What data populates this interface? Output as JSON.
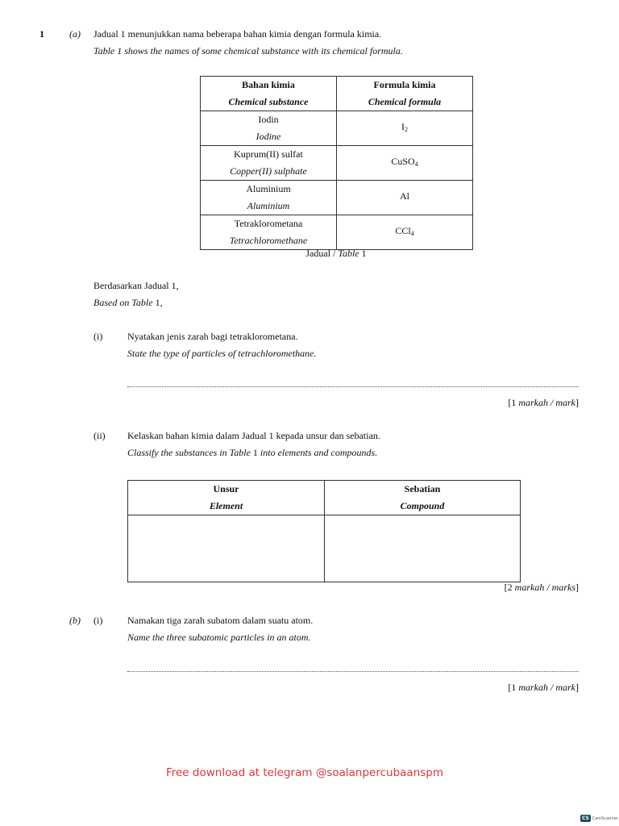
{
  "question": {
    "number": "1",
    "part_a_label": "(a)",
    "part_a_malay": "Jadual 1 menunjukkan nama beberapa bahan kimia dengan formula kimia.",
    "part_a_english": "Table 1 shows the names of some chemical substance with its chemical formula."
  },
  "table1": {
    "headers": [
      {
        "malay": "Bahan kimia",
        "english": "Chemical substance"
      },
      {
        "malay": "Formula kimia",
        "english": "Chemical formula"
      }
    ],
    "rows": [
      {
        "malay": "Iodin",
        "english": "Iodine",
        "formula": "I",
        "sub": "2"
      },
      {
        "malay": "Kuprum(II) sulfat",
        "english": "Copper(II) sulphate",
        "formula": "CuSO",
        "sub": "4"
      },
      {
        "malay": "Aluminium",
        "english": "Aluminium",
        "formula": "Al",
        "sub": ""
      },
      {
        "malay": "Tetraklorometana",
        "english": "Tetrachloromethane",
        "formula": "CCl",
        "sub": "4"
      }
    ],
    "caption_malay": "Jadual / ",
    "caption_english": "Table",
    "caption_num": " 1"
  },
  "based_on": {
    "malay": "Berdasarkan Jadual 1,",
    "english_a": "Based on Table",
    "english_b": " 1,"
  },
  "q_a_i": {
    "label": "(i)",
    "malay": "Nyatakan jenis zarah bagi tetraklorometana.",
    "english": "State the type of particles of tetrachloromethane.",
    "marks_a": "[1 ",
    "marks_b": "markah / mark",
    "marks_c": "]"
  },
  "q_a_ii": {
    "label": "(ii)",
    "malay": "Kelaskan bahan kimia dalam Jadual 1 kepada unsur dan sebatian.",
    "english_a": "Classify the substances in Table",
    "english_b": " 1 ",
    "english_c": "into elements and compounds.",
    "headers": [
      {
        "malay": "Unsur",
        "english": "Element"
      },
      {
        "malay": "Sebatian",
        "english": "Compound"
      }
    ],
    "marks_a": "[2 ",
    "marks_b": "markah / marks",
    "marks_c": "]"
  },
  "q_b_i": {
    "part_label": "(b)",
    "label": "(i)",
    "malay": "Namakan tiga zarah subatom dalam suatu atom.",
    "english": "Name the three subatomic particles in an atom.",
    "marks_a": "[1 ",
    "marks_b": "markah / mark",
    "marks_c": "]"
  },
  "footer": {
    "text": "Free download at telegram @soalanpercubaanspm",
    "color": "#e0363a"
  },
  "watermark": {
    "logo": "CS",
    "name": "CamScanner"
  }
}
